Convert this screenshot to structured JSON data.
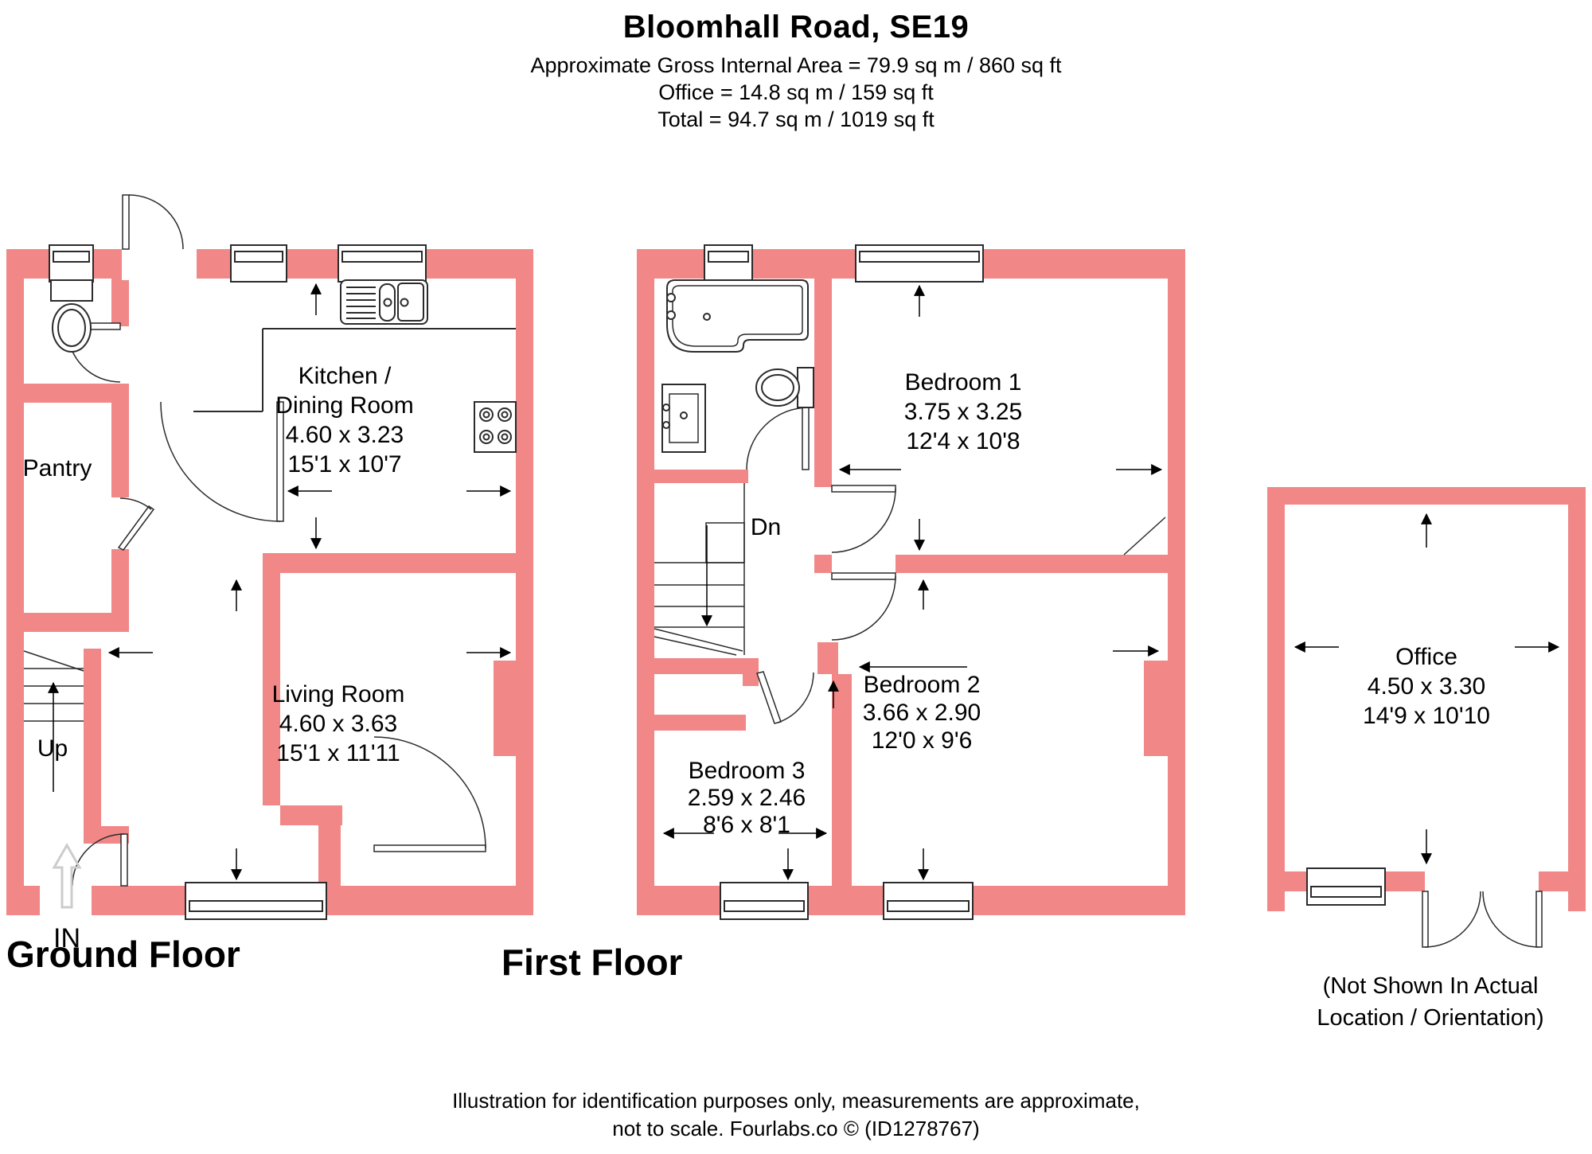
{
  "header": {
    "title": "Bloomhall Road, SE19",
    "area_line1": "Approximate Gross Internal Area = 79.9 sq m / 860 sq ft",
    "area_line2": "Office = 14.8 sq m / 159 sq ft",
    "area_line3": "Total = 94.7 sq m / 1019 sq ft"
  },
  "floors": {
    "ground": {
      "title": "Ground Floor",
      "entrance_label": "IN",
      "stairs_label": "Up",
      "rooms": {
        "wc": {
          "name": ""
        },
        "pantry": {
          "name": "Pantry"
        },
        "kitchen": {
          "name_line1": "Kitchen  /",
          "name_line2": "Dining Room",
          "dims_metric": "4.60 x 3.23",
          "dims_imperial": "15'1 x 10'7"
        },
        "living": {
          "name": "Living Room",
          "dims_metric": "4.60 x 3.63",
          "dims_imperial": "15'1 x 11'11"
        }
      }
    },
    "first": {
      "title": "First Floor",
      "stairs_label": "Dn",
      "rooms": {
        "bedroom1": {
          "name": "Bedroom 1",
          "dims_metric": "3.75 x 3.25",
          "dims_imperial": "12'4 x 10'8"
        },
        "bedroom2": {
          "name": "Bedroom 2",
          "dims_metric": "3.66 x 2.90",
          "dims_imperial": "12'0 x 9'6"
        },
        "bedroom3": {
          "name": "Bedroom 3",
          "dims_metric": "2.59 x 2.46",
          "dims_imperial": "8'6 x 8'1"
        }
      }
    },
    "office": {
      "rooms": {
        "office": {
          "name": "Office",
          "dims_metric": "4.50 x 3.30",
          "dims_imperial": "14'9 x 10'10"
        }
      },
      "caption_line1": "(Not Shown In Actual",
      "caption_line2": "Location / Orientation)"
    }
  },
  "footer": {
    "line1": "Illustration for identification purposes only, measurements are approximate,",
    "line2": "not to scale. Fourlabs.co © (ID1278767)"
  },
  "colors": {
    "wall": "#F18787",
    "line": "#2b2b2b",
    "in_arrow": "#cccccc"
  }
}
